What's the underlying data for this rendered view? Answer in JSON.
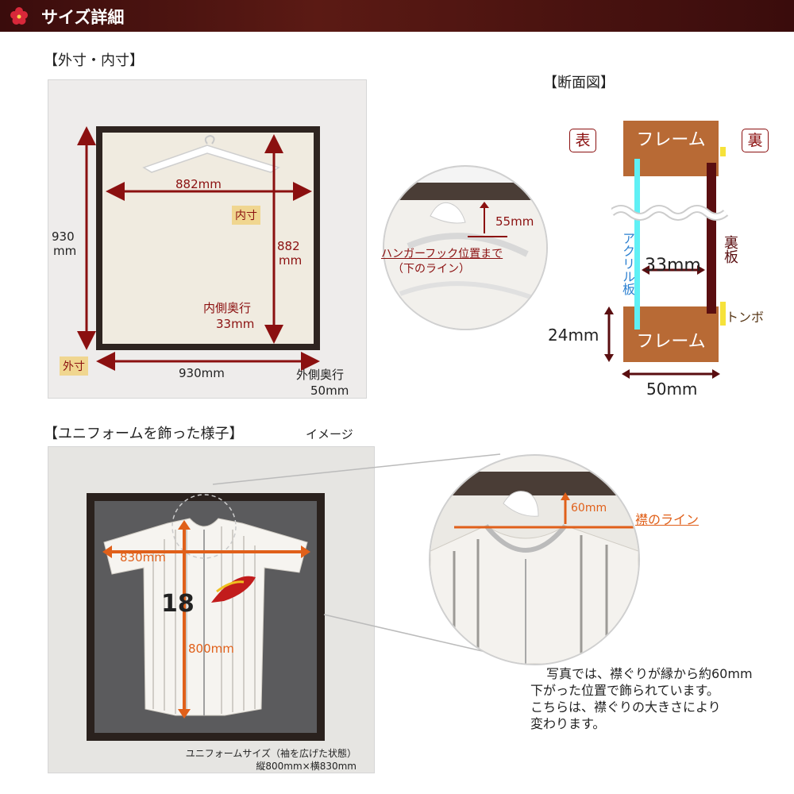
{
  "header": {
    "title": "サイズ詳細"
  },
  "section1": {
    "title": "【外寸・内寸】",
    "inner_width": "882mm",
    "inner_tag": "内寸",
    "inner_height_value": "882",
    "inner_height_unit": "mm",
    "inner_depth_label": "内側奥行",
    "inner_depth_value": "33mm",
    "outer_height_value": "930",
    "outer_height_unit": "mm",
    "outer_tag": "外寸",
    "outer_width": "930mm",
    "outer_depth_label": "外側奥行",
    "outer_depth_value": "50mm"
  },
  "zoom1": {
    "hook_offset": "55mm",
    "line_label": "ハンガーフック位置まで",
    "line_sub": "（下のライン）"
  },
  "cross_section": {
    "title": "【断面図】",
    "front": "表",
    "back": "裏",
    "frame_top": "フレーム",
    "frame_bottom": "フレーム",
    "acrylic": "アクリル板",
    "back_board": "裏板",
    "inner_depth": "33mm",
    "tonbo": "トンボ",
    "frame_height": "24mm",
    "frame_depth": "50mm"
  },
  "section2": {
    "title": "【ユニフォームを飾った様子】",
    "title_sub": "イメージ",
    "width_label": "830mm",
    "height_label": "800mm",
    "jersey_number": "18",
    "caption_line1": "ユニフォームサイズ（袖を広げた状態）",
    "caption_line2": "縦800mm×横830mm"
  },
  "zoom2": {
    "collar_offset": "60mm",
    "collar_line": "襟のライン"
  },
  "note": {
    "line1": "写真では、襟ぐりが縁から約60mm",
    "line2": "下がった位置で飾られています。",
    "line3": "こちらは、襟ぐりの大きさにより",
    "line4": "変わります。"
  },
  "colors": {
    "header_bg": "#3a0c0c",
    "accent_red": "#8b1010",
    "orange": "#e0601a",
    "frame_brown": "#b86a35"
  }
}
